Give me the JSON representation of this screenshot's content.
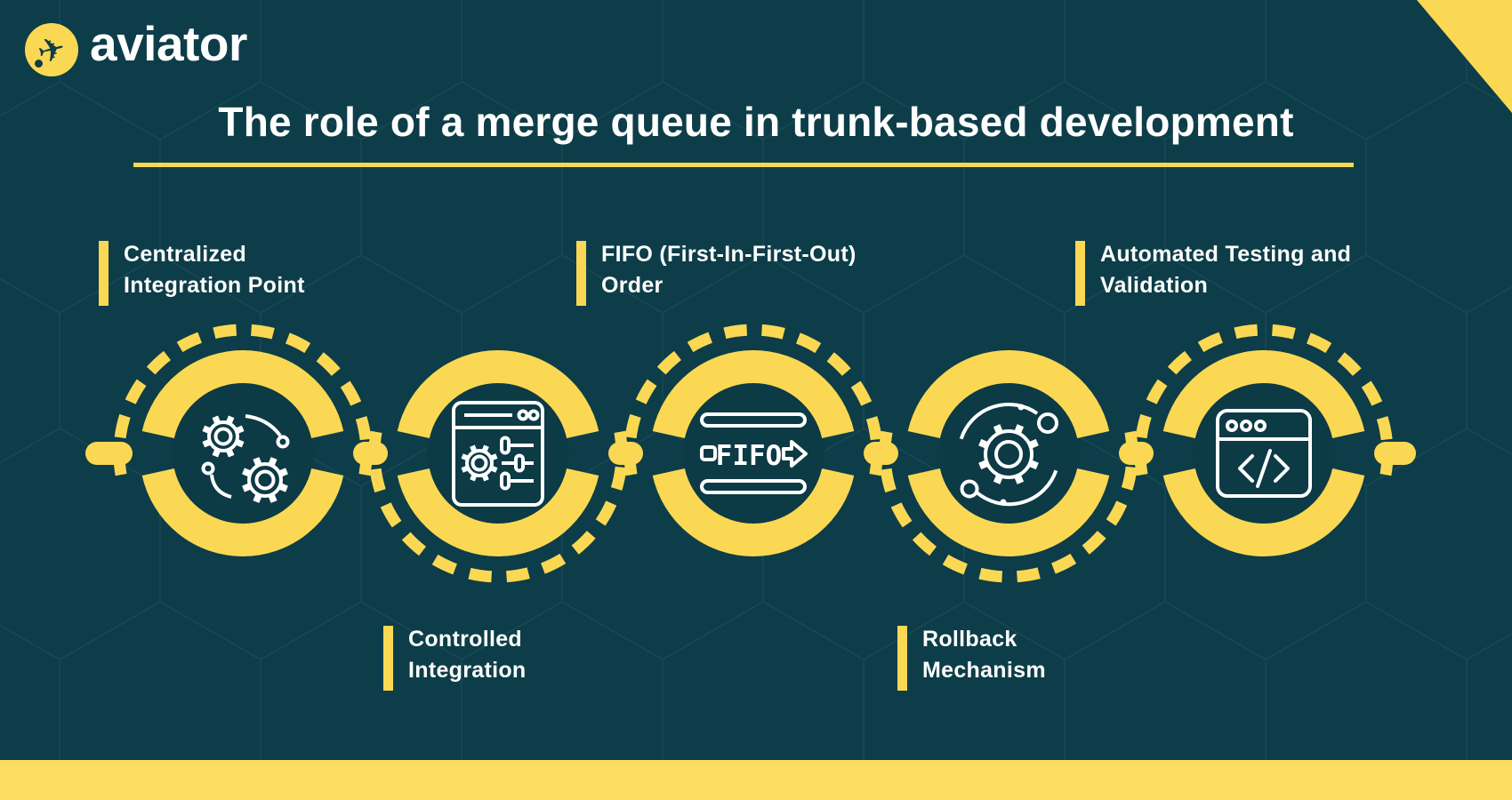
{
  "brand": {
    "wordmark": "aviator",
    "logo_glyph": "✈"
  },
  "title": {
    "text": "The role of a merge queue in trunk-based development"
  },
  "colors": {
    "background": "#0d3d48",
    "inner_circle": "#0c3a45",
    "accent_yellow": "#fbd853",
    "bottom_bar_yellow": "#fcdc63",
    "text_white": "#ffffff"
  },
  "nodes": [
    {
      "id": "centralized-integration-point",
      "icon": "gears-integration-icon",
      "label_position": "above",
      "lines": [
        "Centralized",
        "Integration Point"
      ]
    },
    {
      "id": "controlled-integration",
      "icon": "browser-settings-icon",
      "label_position": "below",
      "lines": [
        "Controlled",
        "Integration"
      ]
    },
    {
      "id": "fifo-order",
      "icon": "fifo-arrow-icon",
      "icon_text": "FIFO",
      "label_position": "above",
      "lines": [
        "FIFO (First-In-First-Out)",
        "Order"
      ]
    },
    {
      "id": "rollback-mechanism",
      "icon": "rollback-gear-icon",
      "label_position": "below",
      "lines": [
        "Rollback",
        "Mechanism"
      ]
    },
    {
      "id": "automated-testing-validation",
      "icon": "code-window-icon",
      "label_position": "above",
      "lines": [
        "Automated Testing and",
        "Validation"
      ]
    }
  ]
}
